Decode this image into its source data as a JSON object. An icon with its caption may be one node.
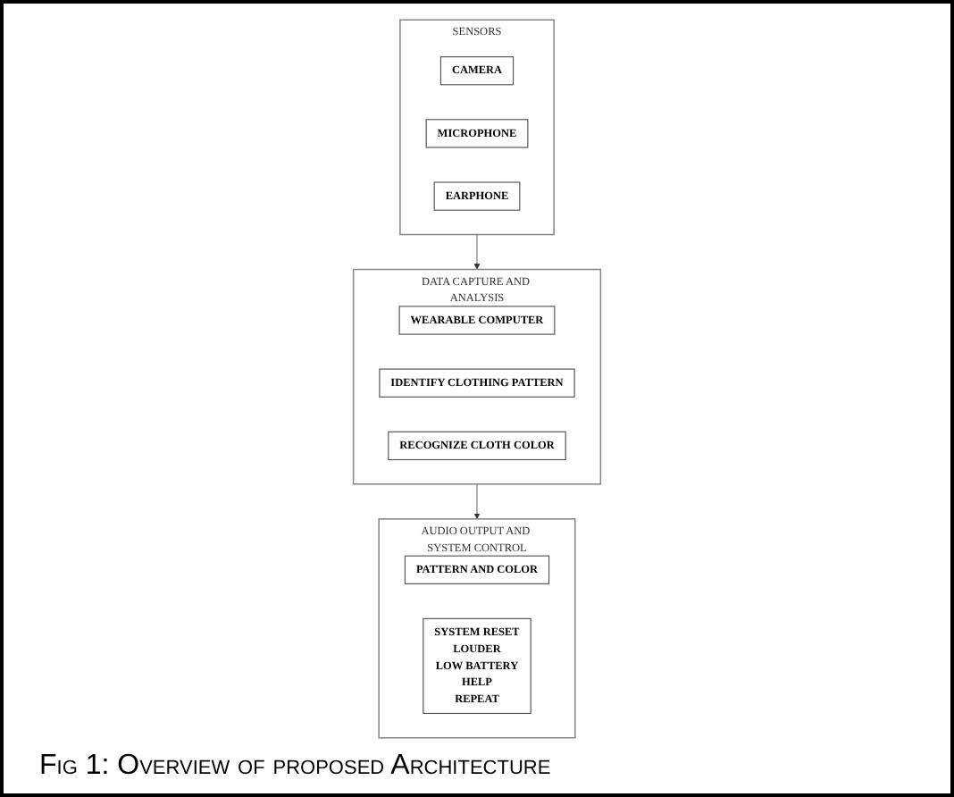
{
  "diagram": {
    "caption": "Fig 1: Overview of proposed Architecture",
    "nodes": [
      {
        "text": [
          "SENSORS"
        ]
      },
      {
        "text": [
          "CAMERA"
        ],
        "in": 0
      },
      {
        "text": [
          "MICROPHONE"
        ],
        "in": 0
      },
      {
        "text": [
          "EARPHONE"
        ],
        "in": 0
      },
      {
        "text": [
          "DATA CAPTURE AND ANALYSIS"
        ]
      },
      {
        "text": [
          "WEARABLE COMPUTER"
        ],
        "in": 4
      },
      {
        "text": [
          "IDENTIFY CLOTHING PATTERN"
        ],
        "in": 4
      },
      {
        "text": [
          "RECOGNIZE CLOTH COLOR"
        ],
        "in": 4
      },
      {
        "text": [
          "AUDIO OUTPUT AND SYSTEM CONTROL"
        ]
      },
      {
        "text": [
          "PATTERN AND COLOR"
        ],
        "in": 8
      },
      {
        "text": [
          "SYSTEM RESET",
          "LOUDER",
          "LOW BATTERY",
          "HELP",
          "REPEAT"
        ],
        "in": 8
      }
    ],
    "edges": [
      {
        "from": 0,
        "to": 4,
        "arrow": "to"
      },
      {
        "from": 4,
        "to": 8,
        "arrow": "to"
      }
    ]
  }
}
